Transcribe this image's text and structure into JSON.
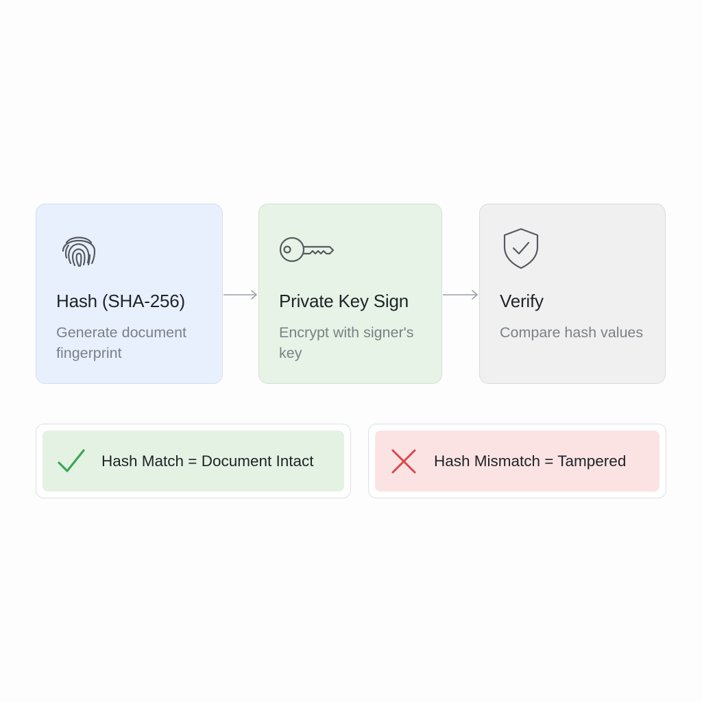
{
  "steps": [
    {
      "title": "Hash (SHA-256)",
      "description": "Generate document fingerprint",
      "icon": "fingerprint-icon",
      "background": "#e9f0fd"
    },
    {
      "title": "Private Key Sign",
      "description": "Encrypt with signer's key",
      "icon": "key-icon",
      "background": "#e6f3e6"
    },
    {
      "title": "Verify",
      "description": "Compare hash values",
      "icon": "shield-check-icon",
      "background": "#f0f0f1"
    }
  ],
  "results": {
    "match": {
      "text": "Hash Match = Document Intact",
      "icon": "checkmark-icon",
      "color": "#3aa655",
      "background": "#e4f2e4"
    },
    "mismatch": {
      "text": "Hash Mismatch = Tampered",
      "icon": "x-mark-icon",
      "color": "#d9464a",
      "background": "#fbe3e3"
    }
  }
}
